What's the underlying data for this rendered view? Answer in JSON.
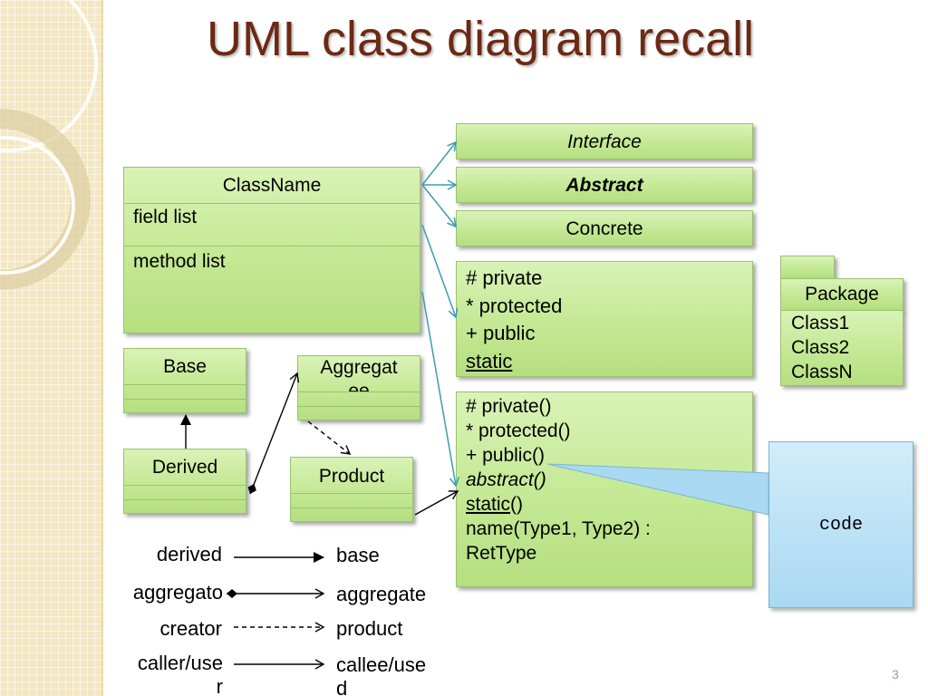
{
  "slide": {
    "title": "UML class diagram recall",
    "page_number": "3"
  },
  "class_box": {
    "name": "ClassName",
    "field_list": "field list",
    "method_list": "method list"
  },
  "kinds": {
    "interface": "Interface",
    "abstract": "Abstract",
    "concrete": "Concrete"
  },
  "field_visibility": {
    "private": "# private",
    "protected": "* protected",
    "public": "+ public",
    "static": "static"
  },
  "method_visibility": {
    "private": "# private()",
    "protected": "* protected()",
    "public": "+ public()",
    "abstract": "abstract()",
    "static_name": "static",
    "static_parens": "()",
    "signature_1": "name(Type1, Type2) :",
    "signature_2": "RetType"
  },
  "package": {
    "name": "Package",
    "classes": [
      "Class1",
      "Class2",
      "ClassN"
    ]
  },
  "example_classes": {
    "base": "Base",
    "derived": "Derived",
    "aggregatee": "Aggregat\nee",
    "product": "Product"
  },
  "callout": {
    "text": "code"
  },
  "legend": {
    "derived": "derived",
    "base": "base",
    "aggregator": "aggregato\nr",
    "aggregatee": "aggregate\ne",
    "creator": "creator",
    "product": "product",
    "caller": "caller/use\nr",
    "callee": "callee/use\nd"
  },
  "colors": {
    "title": "#6b2a14",
    "class_fill": "#c4e894",
    "callout_fill": "#a9d9f2",
    "connector": "#3d9bb3"
  }
}
